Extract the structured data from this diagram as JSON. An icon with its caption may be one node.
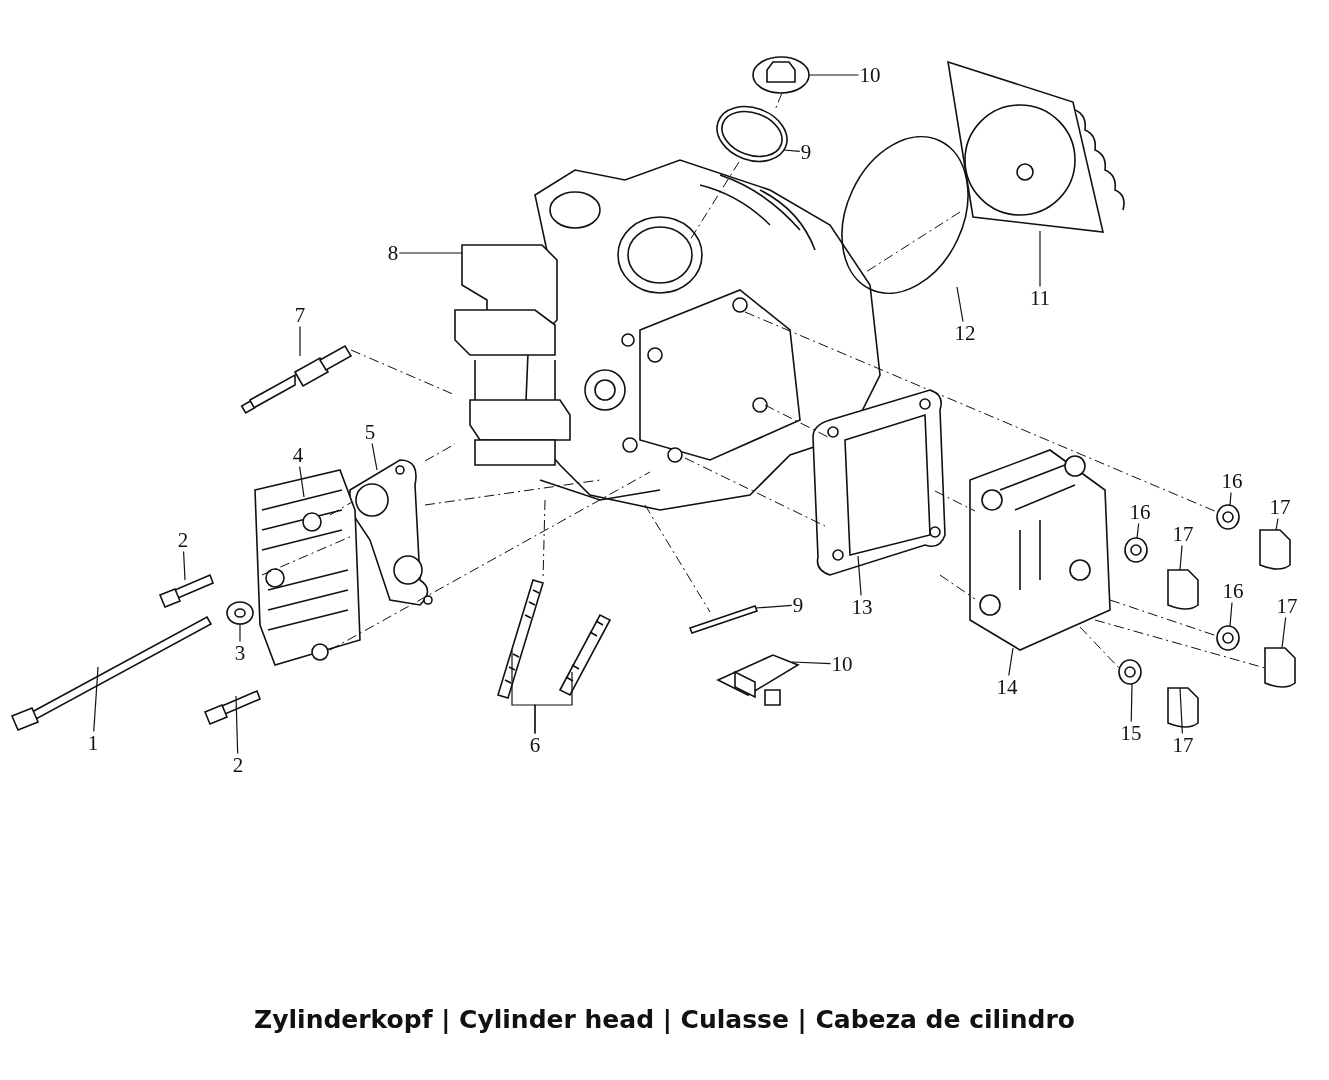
{
  "diagram": {
    "title": "Zylinderkopf | Cylinder head | Culasse | Cabeza de cilindro",
    "nodes": [
      {
        "text": [
          "10"
        ]
      },
      {
        "text": [
          "9"
        ]
      },
      {
        "text": [
          "8"
        ]
      },
      {
        "text": [
          "7"
        ]
      },
      {
        "text": [
          "12"
        ]
      },
      {
        "text": [
          "11"
        ]
      },
      {
        "text": [
          "5"
        ]
      },
      {
        "text": [
          "4"
        ]
      },
      {
        "text": [
          "2"
        ]
      },
      {
        "text": [
          "3"
        ]
      },
      {
        "text": [
          "1"
        ]
      },
      {
        "text": [
          "2"
        ]
      },
      {
        "text": [
          "6"
        ]
      },
      {
        "text": [
          "9"
        ]
      },
      {
        "text": [
          "10"
        ]
      },
      {
        "text": [
          "13"
        ]
      },
      {
        "text": [
          "14"
        ]
      },
      {
        "text": [
          "16"
        ]
      },
      {
        "text": [
          "17"
        ]
      },
      {
        "text": [
          "16"
        ]
      },
      {
        "text": [
          "17"
        ]
      },
      {
        "text": [
          "16"
        ]
      },
      {
        "text": [
          "17"
        ]
      },
      {
        "text": [
          "15"
        ]
      },
      {
        "text": [
          "17"
        ]
      },
      {
        "text": [],
        "shape": "picture"
      },
      {
        "text": [],
        "shape": "picture"
      },
      {
        "text": [],
        "shape": "picture"
      },
      {
        "text": [],
        "shape": "picture"
      },
      {
        "text": [],
        "shape": "circle"
      },
      {
        "text": [],
        "shape": "picture"
      },
      {
        "text": [],
        "shape": "picture"
      },
      {
        "text": [],
        "shape": "picture"
      },
      {
        "text": [],
        "shape": "bar"
      },
      {
        "text": [],
        "shape": "picture"
      },
      {
        "text": [],
        "shape": "picture"
      },
      {
        "text": [],
        "shape": "bar"
      },
      {
        "text": [],
        "shape": "picture"
      },
      {
        "text": [],
        "shape": "picture"
      },
      {
        "text": [],
        "shape": "bar"
      },
      {
        "text": [],
        "shape": "picture"
      },
      {
        "text": [],
        "shape": "picture"
      },
      {
        "text": [],
        "shape": "picture"
      },
      {
        "text": [],
        "shape": "picture"
      },
      {
        "text": [],
        "shape": "box"
      },
      {
        "text": [],
        "shape": "picture"
      },
      {
        "text": [],
        "shape": "box"
      },
      {
        "text": [],
        "shape": "picture"
      },
      {
        "text": [],
        "shape": "box"
      },
      {
        "text": [],
        "shape": "picture"
      },
      {
        "text": [],
        "shape": "box"
      },
      {
        "text": [],
        "shape": "picture"
      }
    ],
    "edges": [
      {
        "from": 0,
        "to": 25,
        "arrow": "none"
      },
      {
        "from": 1,
        "to": 26,
        "arrow": "none"
      },
      {
        "from": 2,
        "to": 27,
        "arrow": "none"
      },
      {
        "from": 3,
        "to": 28,
        "arrow": "none"
      },
      {
        "from": 4,
        "to": 29,
        "arrow": "none"
      },
      {
        "from": 5,
        "to": 30,
        "arrow": "none"
      },
      {
        "from": 6,
        "to": 31,
        "arrow": "none"
      },
      {
        "from": 7,
        "to": 32,
        "arrow": "none"
      },
      {
        "from": 8,
        "to": 33,
        "arrow": "none"
      },
      {
        "from": 9,
        "to": 34,
        "arrow": "none"
      },
      {
        "from": 10,
        "to": 35,
        "arrow": "none"
      },
      {
        "from": 11,
        "to": 36,
        "arrow": "none"
      },
      {
        "from": 12,
        "to": 37,
        "arrow": "none"
      },
      {
        "from": 12,
        "to": 38,
        "arrow": "none"
      },
      {
        "from": 13,
        "to": 39,
        "arrow": "none"
      },
      {
        "from": 14,
        "to": 40,
        "arrow": "none"
      },
      {
        "from": 15,
        "to": 41,
        "arrow": "none"
      },
      {
        "from": 16,
        "to": 42,
        "arrow": "none"
      },
      {
        "from": 17,
        "to": 43,
        "arrow": "none"
      },
      {
        "from": 18,
        "to": 44,
        "arrow": "none"
      },
      {
        "from": 19,
        "to": 45,
        "arrow": "none"
      },
      {
        "from": 20,
        "to": 46,
        "arrow": "none"
      },
      {
        "from": 21,
        "to": 47,
        "arrow": "none"
      },
      {
        "from": 22,
        "to": 48,
        "arrow": "none"
      },
      {
        "from": 23,
        "to": 49,
        "arrow": "none"
      },
      {
        "from": 24,
        "to": 50,
        "arrow": "none"
      },
      {
        "from": 32,
        "to": 31,
        "arrow": "none",
        "style": "dashed"
      },
      {
        "from": 32,
        "to": 31,
        "arrow": "none",
        "style": "dashed"
      },
      {
        "from": 32,
        "to": 51,
        "arrow": "none",
        "style": "dashed"
      },
      {
        "from": 51,
        "to": 43,
        "arrow": "none",
        "style": "dashed"
      },
      {
        "from": 51,
        "to": 41,
        "arrow": "none",
        "style": "dashed"
      },
      {
        "from": 51,
        "to": 41,
        "arrow": "none",
        "style": "dashed"
      },
      {
        "from": 28,
        "to": 27,
        "arrow": "none",
        "style": "dashed"
      },
      {
        "from": 25,
        "to": 26,
        "arrow": "none",
        "style": "dashed"
      },
      {
        "from": 29,
        "to": 51,
        "arrow": "none",
        "style": "dashed"
      },
      {
        "from": 51,
        "to": 37,
        "arrow": "none",
        "style": "dashed"
      },
      {
        "from": 51,
        "to": 39,
        "arrow": "none",
        "style": "dashed"
      },
      {
        "from": 42,
        "to": 48,
        "arrow": "none",
        "style": "dashed"
      },
      {
        "from": 26,
        "to": 51,
        "arrow": "none",
        "style": "dashed"
      },
      {
        "from": 41,
        "to": 42,
        "arrow": "none",
        "style": "dashed"
      },
      {
        "from": 42,
        "to": 47,
        "arrow": "none",
        "style": "dashed"
      },
      {
        "from": 41,
        "to": 42,
        "arrow": "none",
        "style": "dashed"
      },
      {
        "from": 42,
        "to": 49,
        "arrow": "none",
        "style": "dashed"
      },
      {
        "from": 31,
        "to": 27,
        "arrow": "none",
        "style": "dashed"
      },
      {
        "from": 31,
        "to": 51,
        "arrow": "none",
        "style": "dashed"
      }
    ]
  }
}
